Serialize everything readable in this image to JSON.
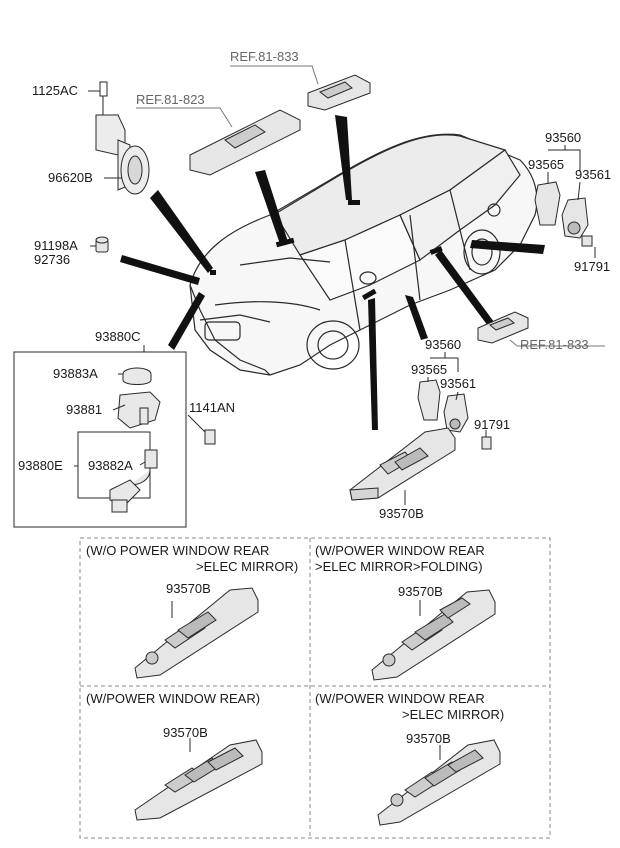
{
  "callouts": {
    "ref_81_833_top": "REF.81-833",
    "ref_81_823": "REF.81-823",
    "ref_81_833_right": "REF.81-833",
    "p1125AC": "1125AC",
    "p96620B": "96620B",
    "p91198A": "91198A",
    "p92736": "92736",
    "p93880C": "93880C",
    "p93883A": "93883A",
    "p93881": "93881",
    "p1141AN": "1141AN",
    "p93880E": "93880E",
    "p93882A": "93882A",
    "p93560_top": "93560",
    "p93565_top": "93565",
    "p93561_top": "93561",
    "p91791_top": "91791",
    "p93560_mid": "93560",
    "p93565_mid": "93565",
    "p93561_mid": "93561",
    "p91791_mid": "91791",
    "p93570B_main": "93570B"
  },
  "variants": [
    {
      "line1": "(W/O POWER WINDOW REAR",
      "line2": ">ELEC MIRROR)",
      "part": "93570B"
    },
    {
      "line1": "(W/POWER WINDOW REAR",
      "line2": ">ELEC MIRROR>FOLDING)",
      "part": "93570B"
    },
    {
      "line1": "(W/POWER WINDOW REAR)",
      "line2": "",
      "part": "93570B"
    },
    {
      "line1": "(W/POWER WINDOW REAR",
      "line2": ">ELEC MIRROR)",
      "part": "93570B"
    }
  ],
  "colors": {
    "line": "#2a2a2a",
    "ref": "#777777",
    "fill": "#e6e6e6",
    "dash": "#888888"
  }
}
